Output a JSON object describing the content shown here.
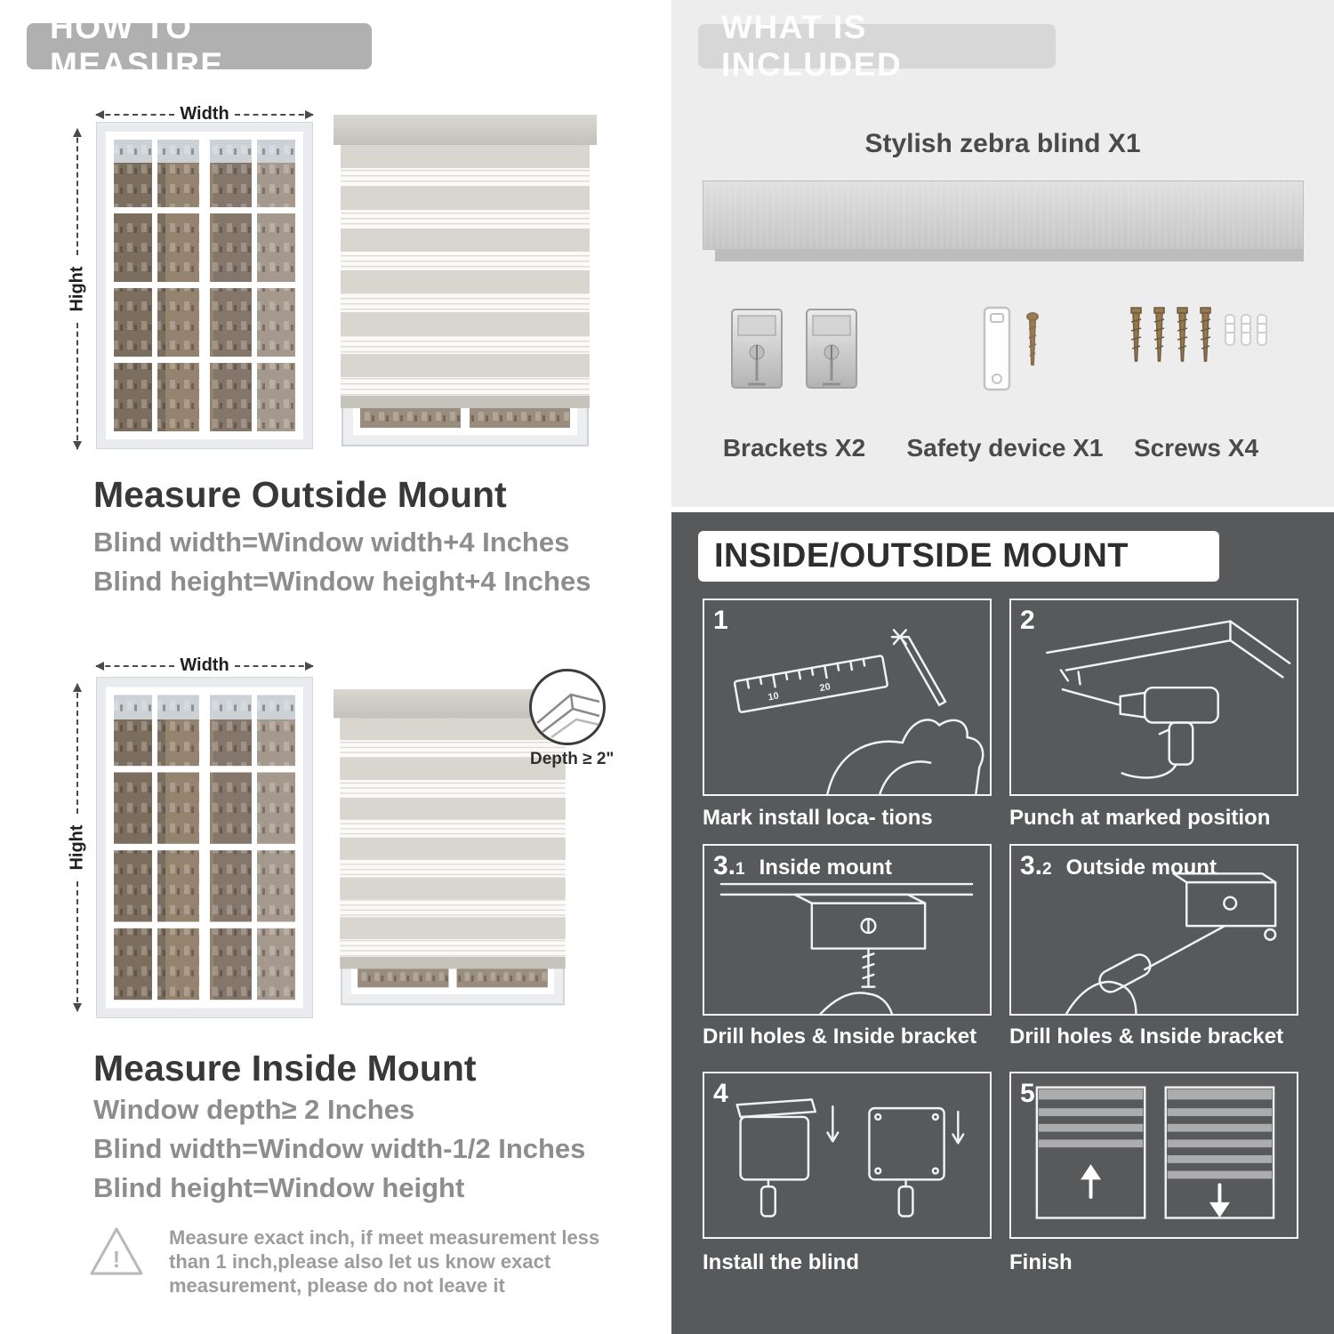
{
  "colors": {
    "banner_gray": "#b0b0b0",
    "panel_light": "#ededed",
    "panel_dark": "#58595b",
    "accent_text": "#8d8d8d"
  },
  "how_to_measure": {
    "header": "HOW TO MEASURE",
    "width_label": "Width",
    "height_label": "Hight",
    "outside": {
      "title": "Measure Outside Mount",
      "lines": [
        "Blind width=Window width+4 Inches",
        "Blind height=Window height+4 Inches"
      ]
    },
    "inside": {
      "title": "Measure Inside Mount",
      "depth_callout": "Depth ≥ 2\"",
      "lines": [
        "Window depth≥ 2 Inches",
        "Blind width=Window width-1/2 Inches",
        "Blind height=Window height"
      ]
    },
    "note": {
      "lines": [
        "Measure exact inch, if meet measurement less",
        "than 1 inch,please also let us know exact",
        "measurement, please do not leave it"
      ]
    }
  },
  "included": {
    "header": "WHAT IS INCLUDED",
    "blind_label": "Stylish zebra blind X1",
    "items": [
      {
        "name": "brackets",
        "label": "Brackets X2"
      },
      {
        "name": "safety-device",
        "label": "Safety device X1"
      },
      {
        "name": "screws",
        "label": "Screws X4"
      }
    ]
  },
  "mount_guide": {
    "header": "INSIDE/OUTSIDE MOUNT",
    "ruler_marks": [
      "10",
      "20"
    ],
    "steps": [
      {
        "num": "1",
        "sub": "",
        "inner_label": "",
        "caption": "Mark install loca- tions"
      },
      {
        "num": "2",
        "sub": "",
        "inner_label": "",
        "caption": "Punch at  marked position"
      },
      {
        "num": "3.",
        "sub": "1",
        "inner_label": "Inside mount",
        "caption": "Drill holes &  Inside bracket"
      },
      {
        "num": "3.",
        "sub": "2",
        "inner_label": "Outside mount",
        "caption": "Drill holes &  Inside bracket"
      },
      {
        "num": "4",
        "sub": "",
        "inner_label": "",
        "caption": "Install the blind"
      },
      {
        "num": "5",
        "sub": "",
        "inner_label": "",
        "caption": "Finish"
      }
    ]
  }
}
